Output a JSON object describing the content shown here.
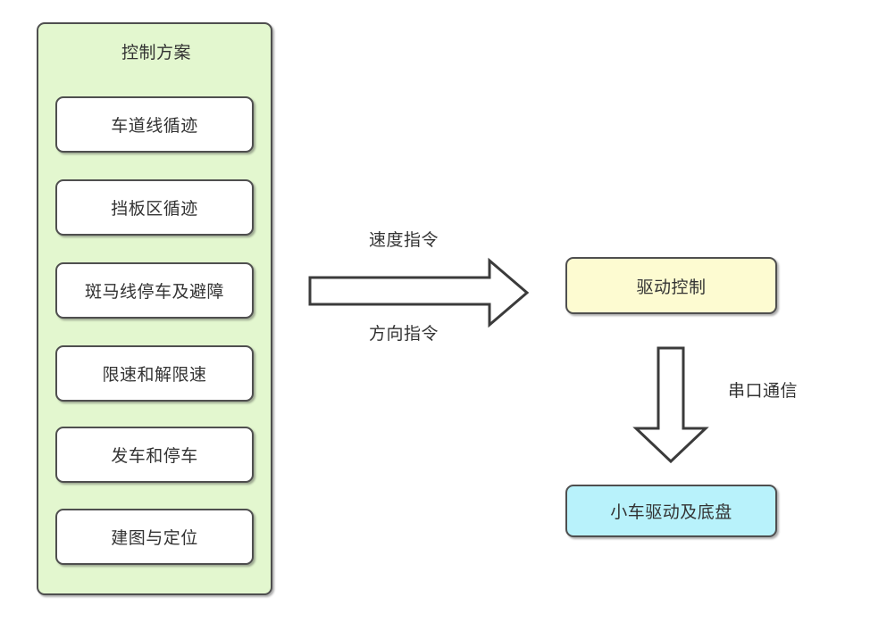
{
  "diagram": {
    "title": "控制方案",
    "background_color": "#ffffff",
    "stroke_color": "#4f4f4f",
    "text_color": "#333333"
  },
  "group": {
    "label": "控制方案",
    "fill_color": "#e3f7cf",
    "items": [
      {
        "label": "车道线循迹"
      },
      {
        "label": "挡板区循迹"
      },
      {
        "label": "斑马线停车及避障"
      },
      {
        "label": "限速和解限速"
      },
      {
        "label": "发车和停车"
      },
      {
        "label": "建图与定位"
      }
    ]
  },
  "nodes": [
    {
      "id": "drive-control",
      "label": "驱动控制",
      "fill_color": "#fdfbd1"
    },
    {
      "id": "car-chassis",
      "label": "小车驱动及底盘",
      "fill_color": "#b8f2fb"
    }
  ],
  "edges": [
    {
      "id": "group-to-drive",
      "direction": "right",
      "label_above": "速度指令",
      "label_below": "方向指令",
      "from": "控制方案",
      "to": "驱动控制"
    },
    {
      "id": "drive-to-chassis",
      "direction": "down",
      "label_side": "串口通信",
      "from": "驱动控制",
      "to": "小车驱动及底盘"
    }
  ],
  "icons": {
    "arrow_right": "block-arrow-right-icon",
    "arrow_down": "block-arrow-down-icon"
  }
}
